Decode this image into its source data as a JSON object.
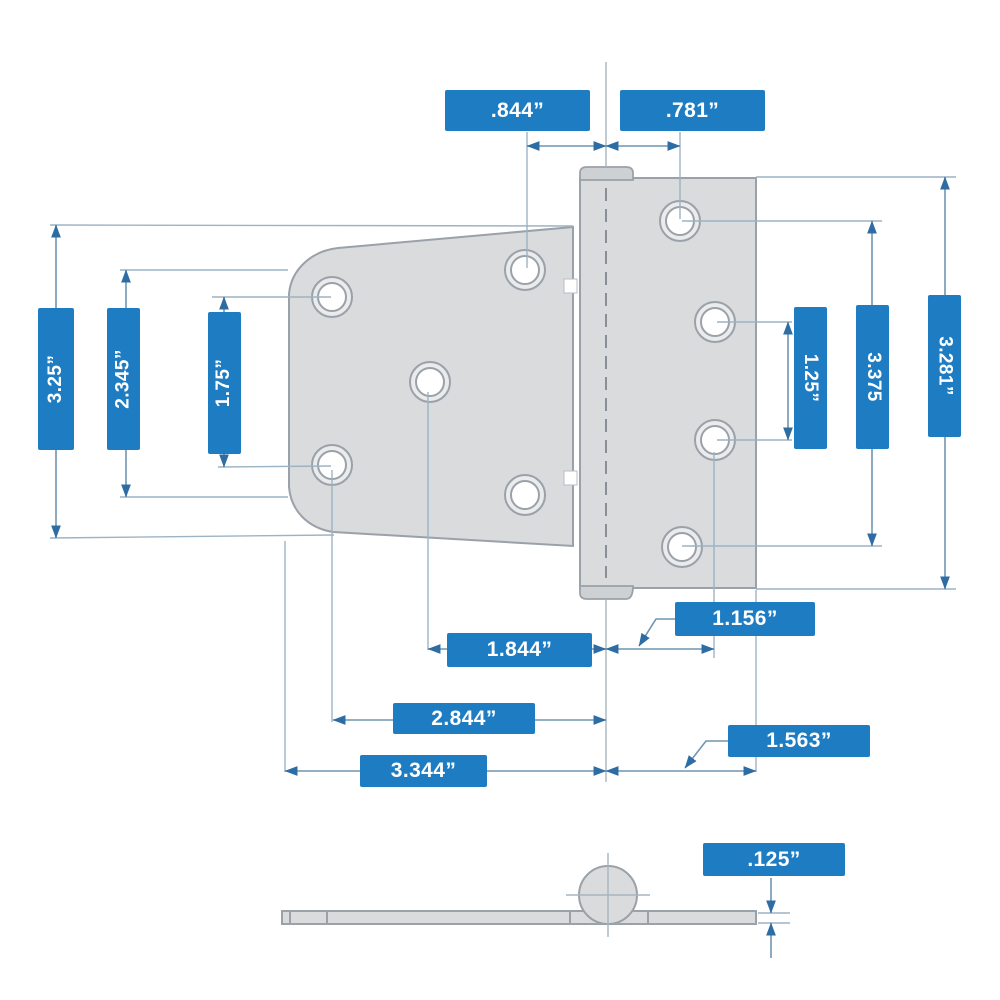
{
  "dims": {
    "top_left": ".844”",
    "top_right": ".781”",
    "left_outer": "3.25”",
    "left_middle": "2.345”",
    "left_inner": "1.75”",
    "right_inner": "1.25”",
    "right_middle": "3.375",
    "right_outer": "3.281”",
    "bottom_leader_upper": "1.156”",
    "bottom_row_1": "1.844”",
    "bottom_row_2": "2.844”",
    "bottom_row_3": "3.344”",
    "bottom_leader_lower": "1.563”",
    "thickness": ".125”"
  },
  "colors": {
    "label_bg": "#1e7dc2",
    "label_text": "#ffffff",
    "part_fill": "#d9dbdd",
    "part_stroke": "#9ba1a8",
    "cap_fill": "#ced1d4",
    "extension_line": "#9cb3c5",
    "dimension_line": "#6f95b1",
    "arrow": "#2d6da3",
    "centerline": "#a9b5be",
    "dash_line": "#888f97"
  }
}
